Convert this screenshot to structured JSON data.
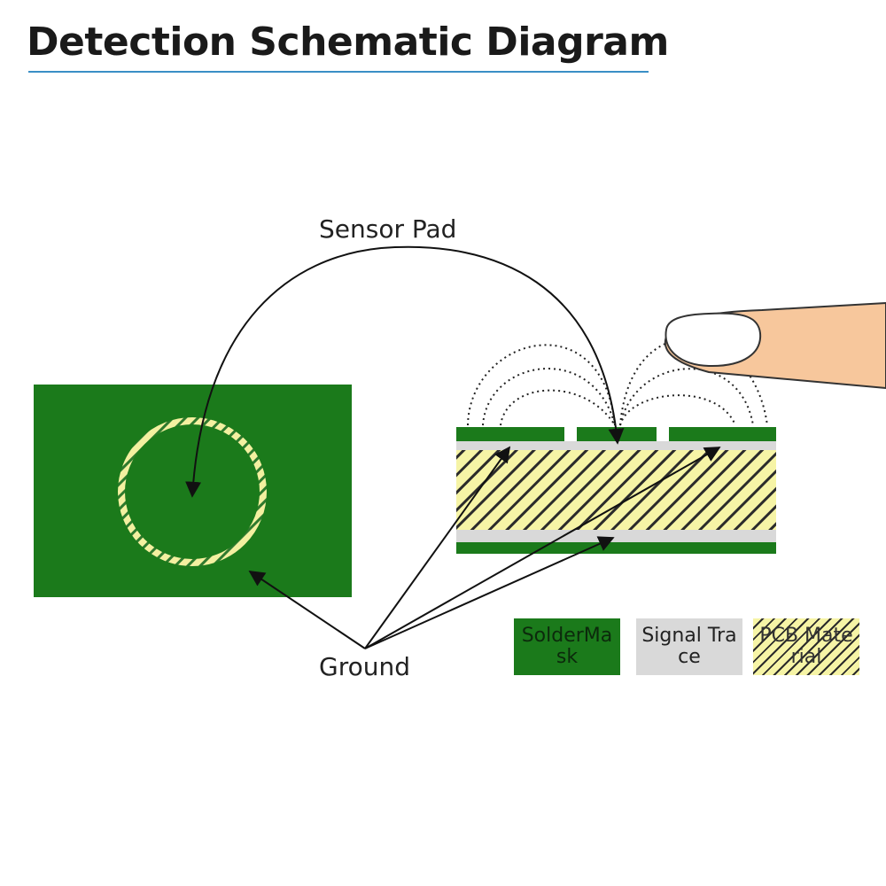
{
  "title": "Detection Schematic Diagram",
  "labels": {
    "sensor_pad": "Sensor Pad",
    "ground": "Ground"
  },
  "legend": [
    {
      "label": "SolderMask",
      "color": "#1b7a1b"
    },
    {
      "label": "Signal Trace",
      "color": "#d9d9d9"
    },
    {
      "label": "PCB Material",
      "color": "#f6f4a6"
    }
  ],
  "colors": {
    "solder_mask": "#1b7a1b",
    "signal_trace": "#d9d9d9",
    "pcb_material": "#f6f4a6",
    "title_rule": "#3a8fc6",
    "finger": "#f7c79c"
  }
}
